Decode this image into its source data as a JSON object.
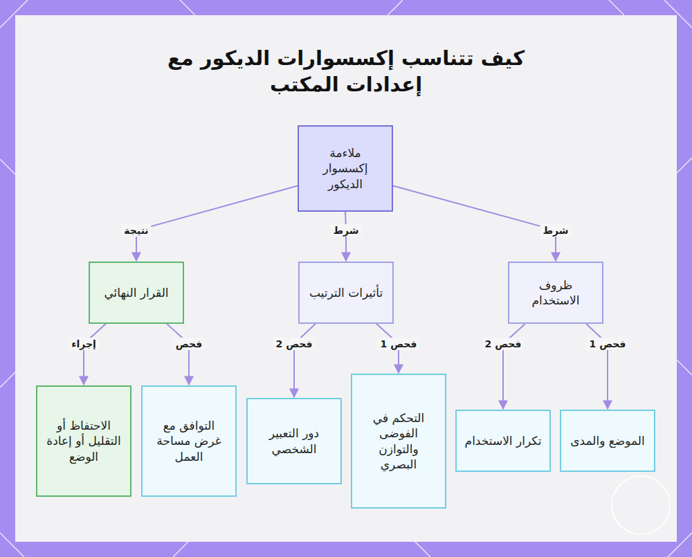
{
  "diagram": {
    "title": "كيف تتناسب إكسسوارات الديكور مع إعدادات المكتب",
    "nodes": [
      {
        "text": [
          "ملاءمة إكسسوار الديكور"
        ]
      },
      {
        "text": [
          "ظروف الاستخدام"
        ]
      },
      {
        "text": [
          "تأثيرات الترتيب"
        ]
      },
      {
        "text": [
          "القرار النهائي"
        ]
      },
      {
        "text": [
          "الموضع والمدى"
        ]
      },
      {
        "text": [
          "تكرار الاستخدام"
        ]
      },
      {
        "text": [
          "التحكم في الفوضى والتوازن البصري"
        ]
      },
      {
        "text": [
          "دور التعبير الشخصي"
        ]
      },
      {
        "text": [
          "التوافق مع غرض مساحة العمل"
        ]
      },
      {
        "text": [
          "الاحتفاظ أو التقليل أو إعادة الوضع"
        ]
      }
    ],
    "edges": [
      {
        "from": 0,
        "to": 1,
        "label": "شرط",
        "arrow": "to"
      },
      {
        "from": 0,
        "to": 2,
        "label": "شرط",
        "arrow": "to"
      },
      {
        "from": 0,
        "to": 3,
        "label": "نتيجة",
        "arrow": "to"
      },
      {
        "from": 1,
        "to": 4,
        "label": "فحص 1",
        "arrow": "to"
      },
      {
        "from": 1,
        "to": 5,
        "label": "فحص 2",
        "arrow": "to"
      },
      {
        "from": 2,
        "to": 6,
        "label": "فحص 1",
        "arrow": "to"
      },
      {
        "from": 2,
        "to": 7,
        "label": "فحص 2",
        "arrow": "to"
      },
      {
        "from": 3,
        "to": 8,
        "label": "فحص",
        "arrow": "to"
      },
      {
        "from": 3,
        "to": 9,
        "label": "إجراء",
        "arrow": "to"
      }
    ]
  }
}
